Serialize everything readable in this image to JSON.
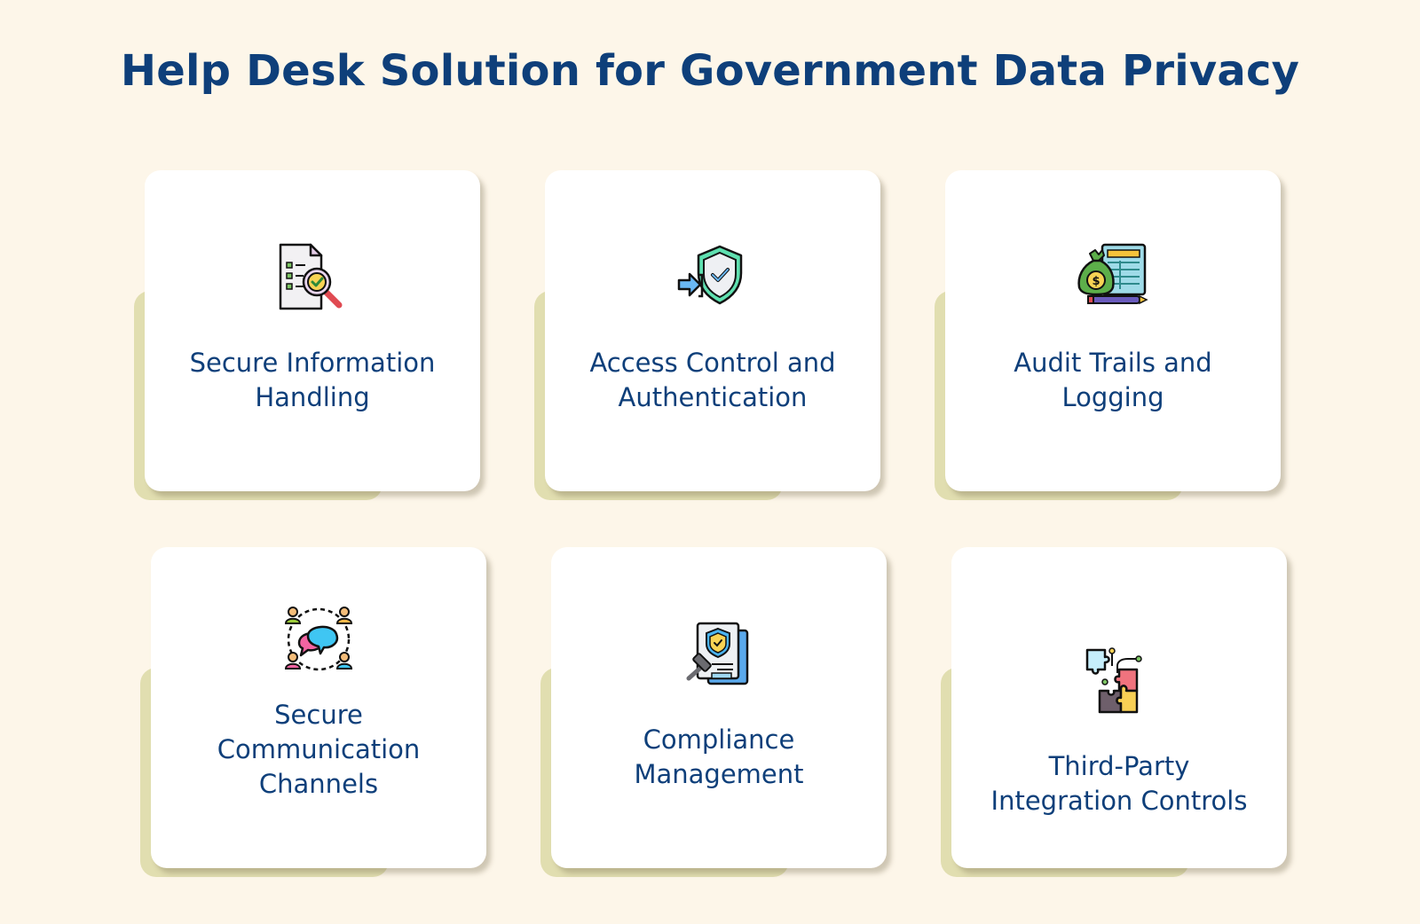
{
  "title": "Help Desk Solution for Government Data Privacy",
  "colors": {
    "background": "#fdf6e9",
    "title": "#0e3f7a",
    "card": "#ffffff",
    "card_accent": "#e1deb0"
  },
  "cards": [
    {
      "label_lines": [
        "Secure Information",
        "Handling"
      ],
      "icon": "document-magnifier-check-icon"
    },
    {
      "label_lines": [
        "Access Control and",
        "Authentication"
      ],
      "icon": "shield-login-icon"
    },
    {
      "label_lines": [
        "Audit Trails and",
        "Logging"
      ],
      "icon": "money-bag-ledger-icon"
    },
    {
      "label_lines": [
        "Secure",
        "Communication",
        "Channels"
      ],
      "icon": "people-chat-network-icon"
    },
    {
      "label_lines": [
        "Compliance",
        "Management"
      ],
      "icon": "gavel-shield-document-icon"
    },
    {
      "label_lines": [
        "Third-Party",
        "Integration Controls"
      ],
      "icon": "puzzle-pieces-icon"
    }
  ]
}
